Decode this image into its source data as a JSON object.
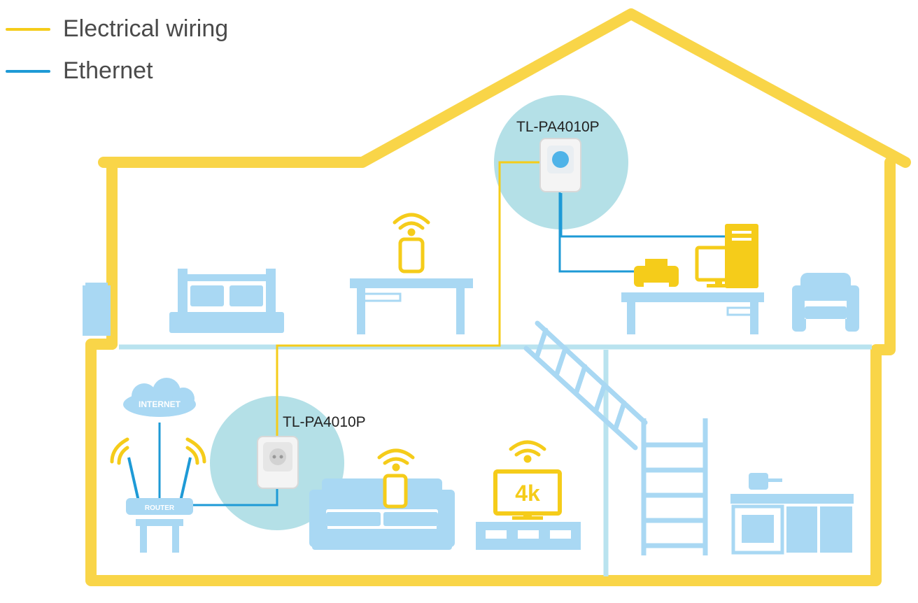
{
  "legend": {
    "items": [
      {
        "label": "Electrical wiring",
        "color": "#f5cc1a"
      },
      {
        "label": "Ethernet",
        "color": "#1e9ad6"
      }
    ]
  },
  "devices": {
    "upstairs_adapter": "TL-PA4010P",
    "downstairs_adapter": "TL-PA4010P",
    "cloud_text": "INTERNET",
    "router_text": "ROUTER",
    "tv_text": "4k"
  },
  "colors": {
    "house_outline": "#f9d548",
    "furniture": "#a9d8f3",
    "device_yellow": "#f5cc1a",
    "adapter_circle": "#a7dbe3",
    "floor_line": "#b9e3ef"
  },
  "icons": [
    "wifi-icon",
    "tablet-icon",
    "pc-icon",
    "printer-icon",
    "router-icon",
    "cloud-icon",
    "tv-icon",
    "sofa-icon",
    "bed-icon",
    "armchair-icon",
    "kitchen-icon",
    "staircase-icon",
    "ladder-icon",
    "powerline-adapter-icon"
  ]
}
